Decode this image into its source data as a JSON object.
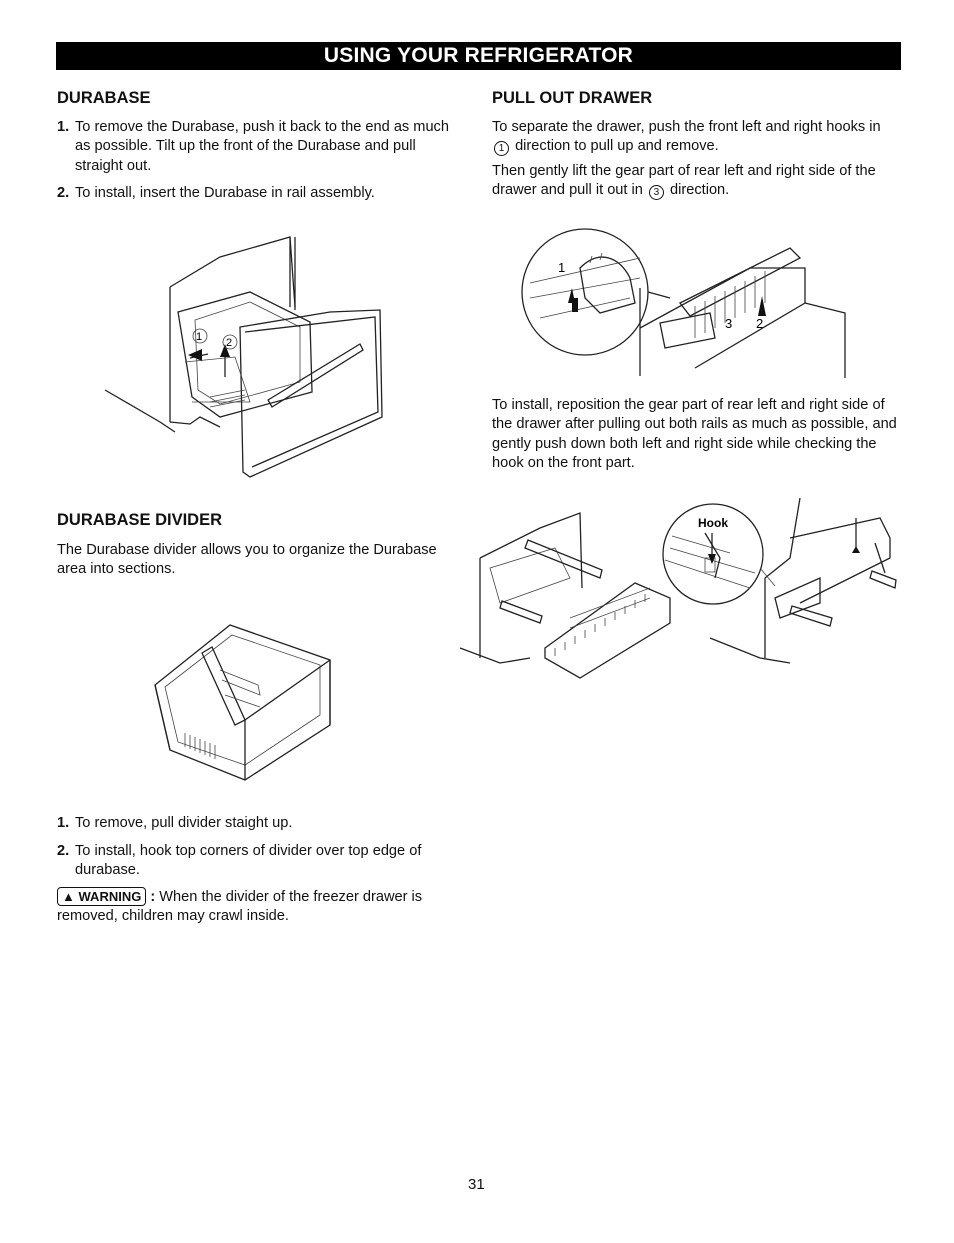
{
  "header": {
    "title": "USING YOUR REFRIGERATOR"
  },
  "durabase": {
    "heading": "DURABASE",
    "steps": [
      {
        "num": "1.",
        "text": "To remove the Durabase, push it back to the end as much as possible. Tilt up the front of the Durabase and pull straight out."
      },
      {
        "num": "2.",
        "text": "To install, insert the Durabase in rail assembly."
      }
    ],
    "fig_labels": [
      "1",
      "2"
    ]
  },
  "divider": {
    "heading": "DURABASE DIVIDER",
    "intro": "The Durabase divider allows you to organize the Durabase area into sections.",
    "steps": [
      {
        "num": "1.",
        "text": "To remove, pull divider staight up."
      },
      {
        "num": "2.",
        "text": "To install, hook top corners of divider over top edge of durabase."
      }
    ],
    "warning_label": "WARNING",
    "warning_colon": ":",
    "warning_text": "When the divider of the freezer drawer is removed, children may crawl inside."
  },
  "pull_out": {
    "heading": "PULL OUT DRAWER",
    "para1_a": "To separate the drawer, push the front left and right hooks in",
    "para1_circ": "1",
    "para1_b": "direction to pull up and remove.",
    "para2_a": "Then gently lift the gear part of rear left and right side of the drawer and pull it out in",
    "para2_circ": "3",
    "para2_b": "direction.",
    "fig_labels": [
      "1",
      "3",
      "2"
    ],
    "install_text": "To install, reposition the gear part of rear left and right side of the drawer after pulling out both rails as much as possible, and gently push down both left and right side while checking the hook on the front part.",
    "hook_label": "Hook"
  },
  "footer": {
    "page_number": "31"
  }
}
